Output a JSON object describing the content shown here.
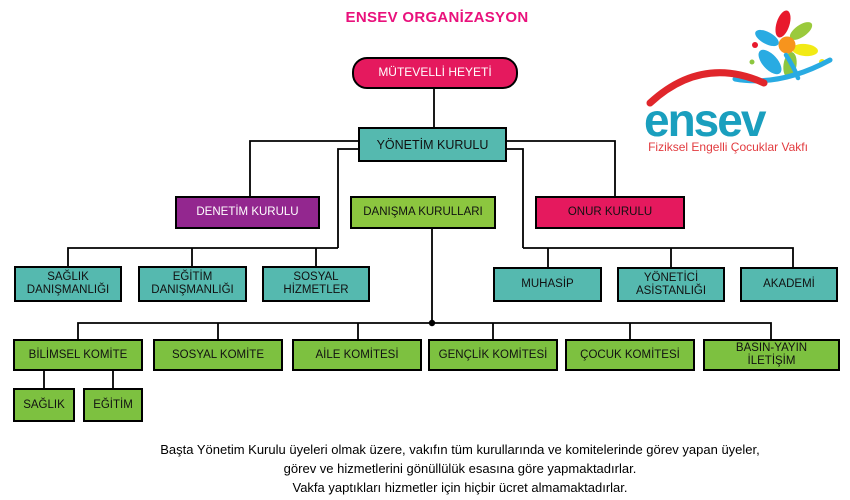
{
  "title": "ENSEV ORGANİZASYON",
  "logo": {
    "wordmark": "ensev",
    "tagline": "Fiziksel Engelli Çocuklar Vakfı",
    "colors": {
      "wordmark_teal": "#1A9FBE",
      "tagline_red": "#E23B3F",
      "arc_red": "#E0262B",
      "petal_red": "#E8192C",
      "petal_lime": "#9ACA3C",
      "petal_yellow": "#F2EA15",
      "petal_green": "#8CC63F",
      "petal_blue": "#29ABE2",
      "flower_center_orange": "#F7941D"
    }
  },
  "colors": {
    "title_magenta": "#E9117C",
    "crimson": "#E5195E",
    "teal": "#55B9AF",
    "purple": "#93278F",
    "green": "#8CC63F",
    "committee_green": "#7DC140",
    "line_black": "#000000"
  },
  "org": {
    "root": {
      "label": "MÜTEVELLİ HEYETİ"
    },
    "board": {
      "label": "YÖNETİM KURULU"
    },
    "level2": [
      {
        "label": "DENETİM KURULU"
      },
      {
        "label": "DANIŞMA KURULLARI"
      },
      {
        "label": "ONUR KURULU"
      }
    ],
    "advisors_left": [
      {
        "label": "SAĞLIK DANIŞMANLIĞI"
      },
      {
        "label": "EĞİTİM DANIŞMANLIĞI"
      },
      {
        "label": "SOSYAL HİZMETLER"
      }
    ],
    "advisors_right": [
      {
        "label": "MUHASİP"
      },
      {
        "label": "YÖNETİCİ ASİSTANLIĞI"
      },
      {
        "label": "AKADEMİ"
      }
    ],
    "committees": [
      {
        "label": "BİLİMSEL KOMİTE"
      },
      {
        "label": "SOSYAL KOMİTE"
      },
      {
        "label": "AİLE KOMİTESİ"
      },
      {
        "label": "GENÇLİK KOMİTESİ"
      },
      {
        "label": "ÇOCUK KOMİTESİ"
      },
      {
        "label": "BASIN-YAYIN İLETİŞİM"
      }
    ],
    "subcommittees": [
      {
        "label": "SAĞLIK"
      },
      {
        "label": "EĞİTİM"
      }
    ]
  },
  "footer": {
    "line1": "Başta Yönetim Kurulu üyeleri olmak üzere, vakıfın tüm kurullarında ve komitelerinde görev yapan üyeler,",
    "line2": "görev ve hizmetlerini gönüllülük esasına göre yapmaktadırlar.",
    "line3": "Vakfa yaptıkları hizmetler için hiçbir ücret almamaktadırlar."
  }
}
